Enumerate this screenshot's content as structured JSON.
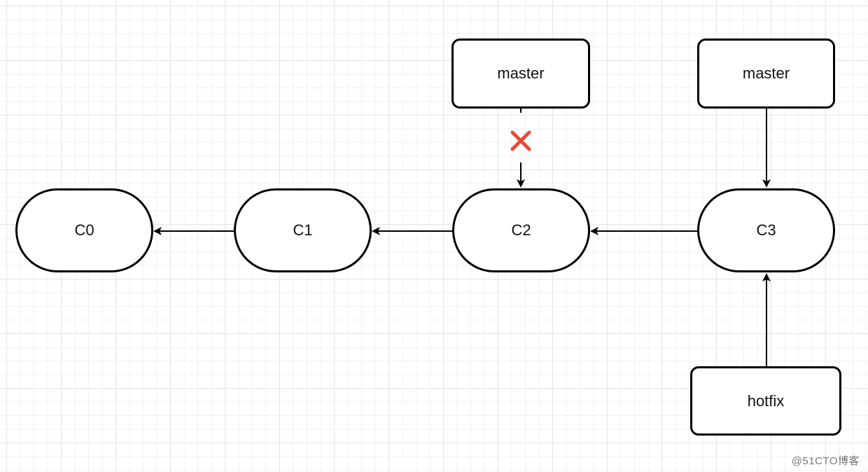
{
  "commits": [
    {
      "id": "c0",
      "label": "C0"
    },
    {
      "id": "c1",
      "label": "C1"
    },
    {
      "id": "c2",
      "label": "C2"
    },
    {
      "id": "c3",
      "label": "C3"
    }
  ],
  "branches": [
    {
      "id": "master-old",
      "label": "master"
    },
    {
      "id": "master-new",
      "label": "master"
    },
    {
      "id": "hotfix",
      "label": "hotfix"
    }
  ],
  "edges": [
    {
      "from": "c1",
      "to": "c0",
      "style": "solid"
    },
    {
      "from": "c2",
      "to": "c1",
      "style": "solid"
    },
    {
      "from": "c3",
      "to": "c2",
      "style": "solid"
    },
    {
      "from": "master-old",
      "to": "c2",
      "style": "dashed",
      "removed": true
    },
    {
      "from": "master-new",
      "to": "c3",
      "style": "solid"
    },
    {
      "from": "hotfix",
      "to": "c3",
      "style": "solid"
    }
  ],
  "icons": {
    "removed_mark": "cross-icon",
    "removed_mark_color": "#e64b3a"
  },
  "watermark": "@51CTO博客"
}
